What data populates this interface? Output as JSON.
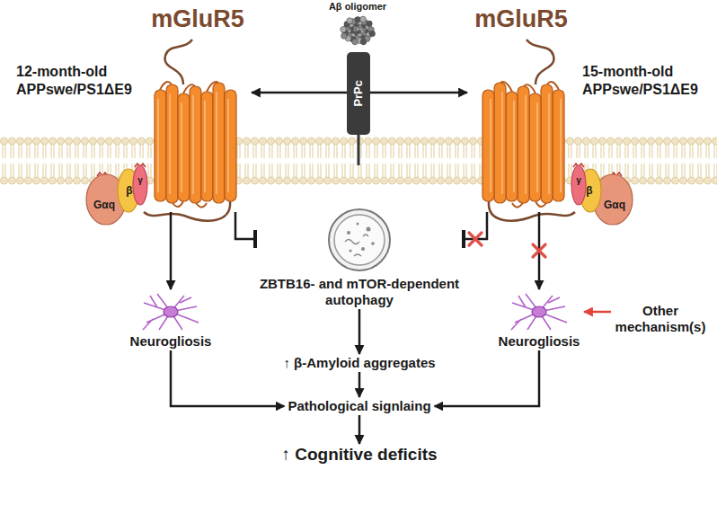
{
  "diagram": {
    "nodes": [
      {
        "text": [
          "mGluR5"
        ]
      },
      {
        "text": [
          "mGluR5"
        ]
      },
      {
        "text": [
          "PrPc"
        ]
      },
      {
        "text": [
          "ZBTB16- and mTOR-dependent autophagy"
        ]
      },
      {
        "text": [
          "Neurogliosis"
        ]
      },
      {
        "text": [
          "↑ β-Amyloid aggregates"
        ]
      },
      {
        "text": [
          "Neurogliosis"
        ]
      },
      {
        "text": [
          "Other mechanism(s)"
        ]
      },
      {
        "text": [
          "Pathological signlaing"
        ]
      },
      {
        "text": [
          "↑ Cognitive deficits"
        ]
      }
    ],
    "edges": [
      {
        "from": 2,
        "to": 0,
        "arrow": "to"
      },
      {
        "from": 2,
        "to": 1,
        "arrow": "to"
      },
      {
        "from": 0,
        "to": 3,
        "arrow": "to"
      },
      {
        "from": 1,
        "to": 3,
        "arrow": "to"
      },
      {
        "from": 0,
        "to": 4,
        "arrow": "to"
      },
      {
        "from": 1,
        "to": 6,
        "arrow": "to"
      },
      {
        "from": 7,
        "to": 6,
        "arrow": "to"
      },
      {
        "from": 3,
        "to": 5,
        "arrow": "to"
      },
      {
        "from": 4,
        "to": 8,
        "arrow": "to"
      },
      {
        "from": 6,
        "to": 8,
        "arrow": "to"
      },
      {
        "from": 5,
        "to": 8,
        "arrow": "to"
      },
      {
        "from": 8,
        "to": 9,
        "arrow": "to"
      }
    ],
    "labels": [
      "Aβ oligomer",
      "12-month-old APPswe/PS1ΔE9",
      "15-month-old APPswe/PS1ΔE9",
      "Gαq",
      "β",
      "γ",
      "Gαq",
      "β",
      "γ"
    ]
  }
}
